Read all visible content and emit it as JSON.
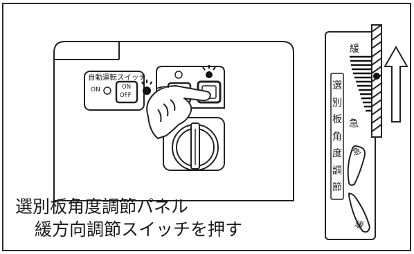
{
  "panel": {
    "switch_box_title": "自動運転スイッチ",
    "on_label": "ON",
    "on_off_button": [
      "ON",
      "OFF"
    ]
  },
  "caption": {
    "line1": "選別板角度調節パネル",
    "line2": "緩方向調節スイッチを押す"
  },
  "gauge": {
    "top_label": "緩",
    "steep_label": "急",
    "vertical_label": [
      "選",
      "別",
      "板",
      "角",
      "度",
      "調",
      "節"
    ],
    "button_steep": "急",
    "button_gentle": "緩"
  }
}
